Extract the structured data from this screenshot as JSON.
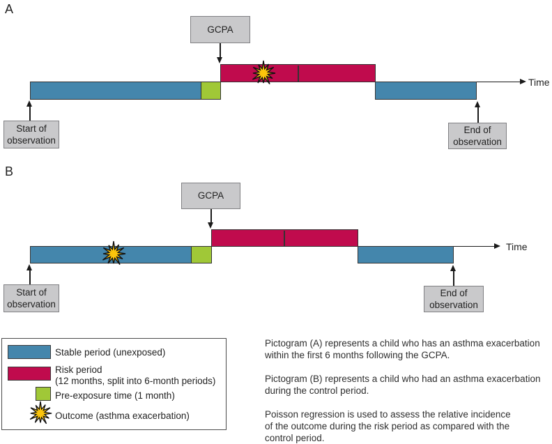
{
  "colors": {
    "stable": "#4486ac",
    "risk": "#c00b4d",
    "pre_exposure": "#a0c837",
    "outcome": "#fcc50b",
    "box_fill": "#c9c9cb"
  },
  "pictogram_a": {
    "label": "A",
    "gcpa_label": "GCPA",
    "time_label": "Time",
    "start_box": {
      "line1": "Start of",
      "line2": "observation"
    },
    "end_box": {
      "line1": "End of",
      "line2": "observation"
    }
  },
  "pictogram_b": {
    "label": "B",
    "gcpa_label": "GCPA",
    "time_label": "Time",
    "start_box": {
      "line1": "Start of",
      "line2": "observation"
    },
    "end_box": {
      "line1": "End of",
      "line2": "observation"
    }
  },
  "legend": {
    "items": [
      {
        "label": "Stable period (unexposed)"
      },
      {
        "label": "Risk period",
        "label2": "(12 months, split into 6-month periods)"
      },
      {
        "label": "Pre-exposure time (1 month)"
      },
      {
        "label": "Outcome (asthma exacerbation)"
      }
    ]
  },
  "caption": {
    "paragraphs": [
      {
        "lines": [
          "Pictogram (A) represents a child who has an asthma exacerbation",
          "within the first 6 months following the GCPA."
        ]
      },
      {
        "lines": [
          "Pictogram (B) represents a child who had an asthma exacerbation",
          "during the control period."
        ]
      },
      {
        "lines": [
          "Poisson regression is used to assess the relative incidence",
          "of the outcome during the risk period as compared with the",
          "control period."
        ]
      }
    ]
  }
}
